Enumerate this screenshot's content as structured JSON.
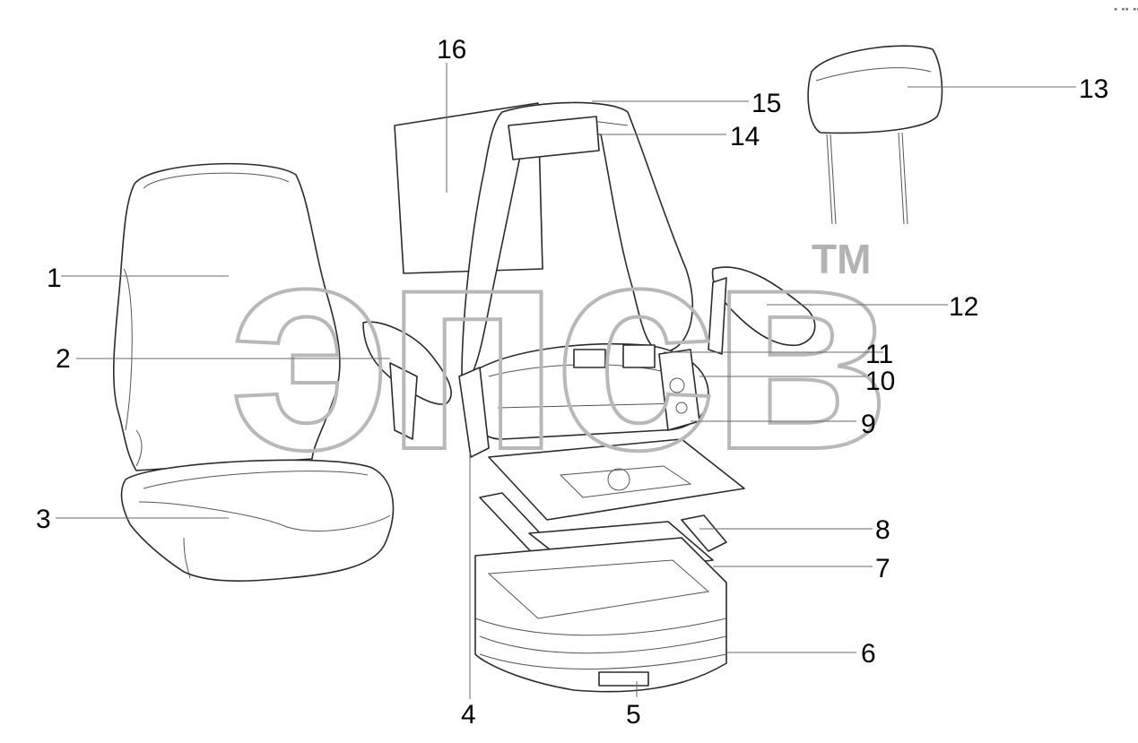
{
  "diagram": {
    "watermark": {
      "text": "эпсв",
      "trademark": "TM"
    },
    "corner_mark": "▪ ▪▪ ▪▪▪",
    "callouts": [
      {
        "id": "c1",
        "label": "1"
      },
      {
        "id": "c2",
        "label": "2"
      },
      {
        "id": "c3",
        "label": "3"
      },
      {
        "id": "c4",
        "label": "4"
      },
      {
        "id": "c5",
        "label": "5"
      },
      {
        "id": "c6",
        "label": "6"
      },
      {
        "id": "c7",
        "label": "7"
      },
      {
        "id": "c8",
        "label": "8"
      },
      {
        "id": "c9",
        "label": "9"
      },
      {
        "id": "c10",
        "label": "10"
      },
      {
        "id": "c11",
        "label": "11"
      },
      {
        "id": "c12",
        "label": "12"
      },
      {
        "id": "c13",
        "label": "13"
      },
      {
        "id": "c14",
        "label": "14"
      },
      {
        "id": "c15",
        "label": "15"
      },
      {
        "id": "c16",
        "label": "16"
      }
    ]
  }
}
